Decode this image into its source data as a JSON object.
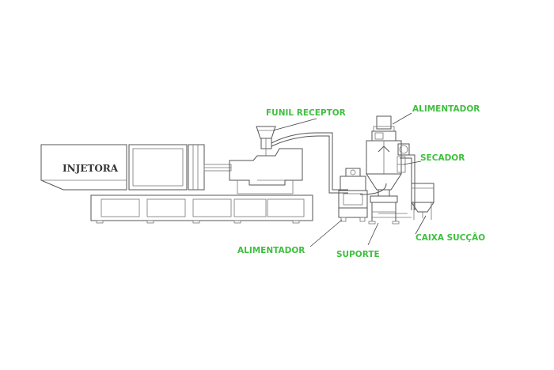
{
  "labels": {
    "injetora": "INJETORA",
    "funil_receptor": "FUNIL RECEPTOR",
    "alimentador_top": "ALIMENTADOR",
    "secador": "SECADOR",
    "caixa_succao": "CAIXA SUCÇÃO",
    "suporte": "SUPORTE",
    "alimentador_bottom": "ALIMENTADOR"
  },
  "colors": {
    "label_green": "#3fbf3f",
    "line_gray": "#555555",
    "text_dark": "#333333"
  }
}
